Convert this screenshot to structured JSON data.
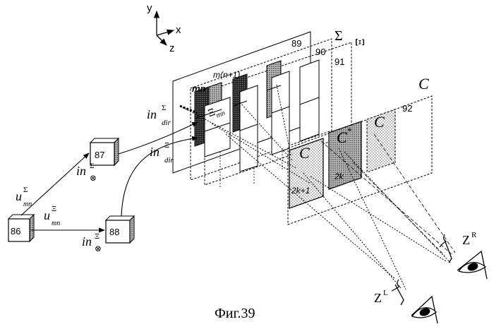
{
  "caption": "Фиг.39",
  "axes": {
    "y": "y",
    "x": "x",
    "z": "z"
  },
  "blocks": {
    "b86": "86",
    "b87": "87",
    "b88": "88"
  },
  "panel_numbers": {
    "p89": "89",
    "p90": "90",
    "p91": "91",
    "p92": "92"
  },
  "plane_labels": {
    "sigma": "Σ",
    "xi": "Ξ",
    "c_big": "C"
  },
  "pixel_labels": {
    "mn": "mn",
    "mn1": "m(n+1)",
    "xi_base": "Ξ",
    "xi_sub": "mn"
  },
  "cells": {
    "c1": "C",
    "c2": "C",
    "c2_star": "*",
    "c3": "C",
    "k21": "2k+1",
    "k2": "2k"
  },
  "signals": {
    "in_sigma_dir": {
      "base": "in",
      "sup": "Σ",
      "sub": "dir"
    },
    "in_xi_dir": {
      "base": "in",
      "sup": "Ξ",
      "sub": "dir"
    },
    "in_sigma_x": {
      "base": "in",
      "sup": "Σ",
      "sub": "⊗"
    },
    "in_xi_x": {
      "base": "in",
      "sup": "Ξ",
      "sub": "⊗"
    },
    "u_sigma": {
      "base": "u",
      "sup": "Σ",
      "sub": "mn"
    },
    "u_xi": {
      "base": "u",
      "sup": "Ξ",
      "sub": "mn"
    }
  },
  "viewers": {
    "right": {
      "base": "Z",
      "sup": "R"
    },
    "left": {
      "base": "Z",
      "sup": "L"
    }
  }
}
